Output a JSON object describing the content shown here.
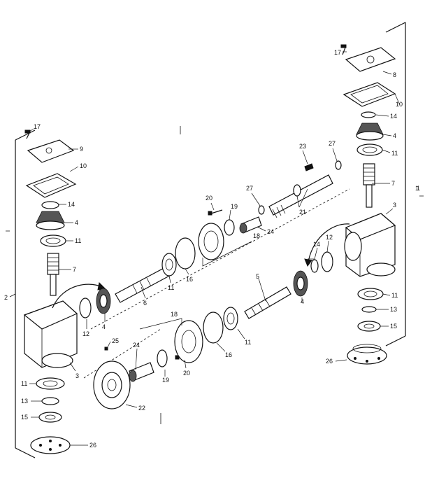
{
  "callouts": {
    "l17": "17",
    "l9": "9",
    "l10": "10",
    "l14": "14",
    "l4": "4",
    "l11": "11",
    "l7": "7",
    "l2": "2",
    "l12": "12",
    "l4b": "4",
    "l6": "6",
    "l11b": "11",
    "l16": "16",
    "l3": "3",
    "l11c": "11",
    "l13": "13",
    "l15": "15",
    "l26": "26",
    "l20": "20",
    "l19": "19",
    "l18": "18",
    "l27": "27",
    "l24": "24",
    "l23": "23",
    "l27b": "27",
    "l21": "21",
    "l1": "1",
    "r17": "17",
    "r8": "8",
    "r10": "10",
    "r14": "14",
    "r4": "4",
    "r11": "11",
    "r7": "7",
    "r1": "1",
    "r3": "3",
    "r14b": "14",
    "r12": "12",
    "r4b": "4",
    "r5": "5",
    "r11b": "11",
    "r13": "13",
    "r15": "15",
    "r26": "26",
    "b25": "25",
    "b24": "24",
    "b18": "18",
    "b20": "20",
    "b19": "19",
    "b22": "22",
    "b16": "16",
    "b11": "11"
  }
}
